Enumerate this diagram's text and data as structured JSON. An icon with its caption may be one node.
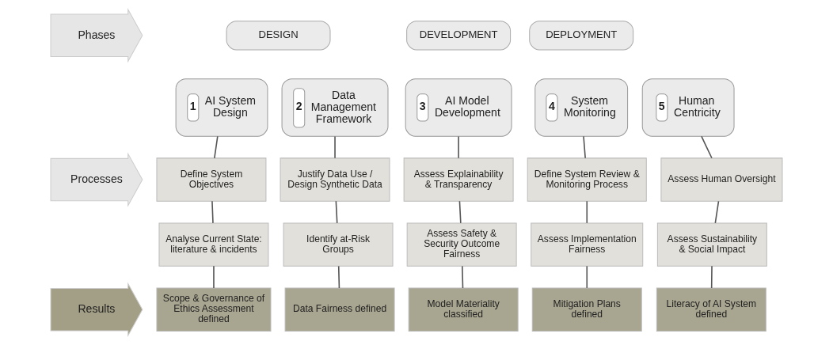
{
  "diagram": {
    "nodes": [
      {
        "text": [
          "Phases"
        ]
      },
      {
        "text": [
          "DESIGN"
        ]
      },
      {
        "text": [
          "DEVELOPMENT"
        ]
      },
      {
        "text": [
          "DEPLOYMENT"
        ]
      },
      {
        "text": [
          "1",
          "AI System Design"
        ]
      },
      {
        "text": [
          "2",
          "Data Management Framework"
        ]
      },
      {
        "text": [
          "3",
          "AI Model Development"
        ]
      },
      {
        "text": [
          "4",
          "System Monitoring"
        ]
      },
      {
        "text": [
          "5",
          "Human Centricity"
        ]
      },
      {
        "text": [
          "Processes"
        ]
      },
      {
        "text": [
          "Define System Objectives"
        ]
      },
      {
        "text": [
          "Justify Data Use / Design Synthetic Data"
        ]
      },
      {
        "text": [
          "Assess Explainability & Transparency"
        ]
      },
      {
        "text": [
          "Define System Review & Monitoring Process"
        ]
      },
      {
        "text": [
          "Assess Human Oversight"
        ]
      },
      {
        "text": [
          "Analyse Current State: literature & incidents"
        ]
      },
      {
        "text": [
          "Identify at-Risk Groups"
        ]
      },
      {
        "text": [
          "Assess Safety & Security Outcome Fairness"
        ]
      },
      {
        "text": [
          "Assess Implementation Fairness"
        ]
      },
      {
        "text": [
          "Assess Sustainability & Social Impact"
        ]
      },
      {
        "text": [
          "Results"
        ]
      },
      {
        "text": [
          "Scope & Governance of Ethics Assessment defined"
        ]
      },
      {
        "text": [
          "Data Fairness defined"
        ]
      },
      {
        "text": [
          "Model Materiality classified"
        ]
      },
      {
        "text": [
          "Mitigation Plans defined"
        ]
      },
      {
        "text": [
          "Literacy of AI System defined"
        ]
      }
    ],
    "edges": [
      {
        "from": 4,
        "to": 10,
        "arrow": "none"
      },
      {
        "from": 10,
        "to": 15,
        "arrow": "none"
      },
      {
        "from": 15,
        "to": 21,
        "arrow": "none"
      },
      {
        "from": 5,
        "to": 11,
        "arrow": "none"
      },
      {
        "from": 11,
        "to": 16,
        "arrow": "none"
      },
      {
        "from": 16,
        "to": 22,
        "arrow": "none"
      },
      {
        "from": 6,
        "to": 12,
        "arrow": "none"
      },
      {
        "from": 12,
        "to": 17,
        "arrow": "none"
      },
      {
        "from": 17,
        "to": 23,
        "arrow": "none"
      },
      {
        "from": 7,
        "to": 13,
        "arrow": "none"
      },
      {
        "from": 13,
        "to": 18,
        "arrow": "none"
      },
      {
        "from": 18,
        "to": 24,
        "arrow": "none"
      },
      {
        "from": 8,
        "to": 14,
        "arrow": "none"
      },
      {
        "from": 14,
        "to": 19,
        "arrow": "none"
      },
      {
        "from": 19,
        "to": 25,
        "arrow": "none"
      }
    ]
  }
}
